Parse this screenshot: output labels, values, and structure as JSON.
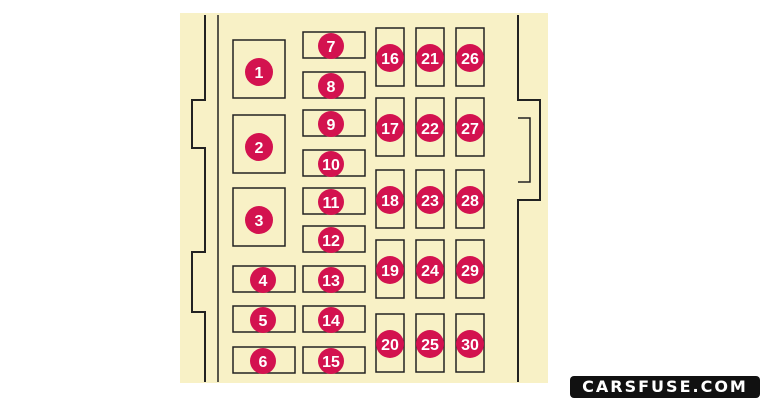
{
  "fuse_box": {
    "panel_color": "#f8f1c6",
    "outline_color": "#222222",
    "badge_color": "#d3124f",
    "badge_text_color": "#ffffff",
    "fuses": [
      {
        "label": "1"
      },
      {
        "label": "2"
      },
      {
        "label": "3"
      },
      {
        "label": "4"
      },
      {
        "label": "5"
      },
      {
        "label": "6"
      },
      {
        "label": "7"
      },
      {
        "label": "8"
      },
      {
        "label": "9"
      },
      {
        "label": "10"
      },
      {
        "label": "11"
      },
      {
        "label": "12"
      },
      {
        "label": "13"
      },
      {
        "label": "14"
      },
      {
        "label": "15"
      },
      {
        "label": "16"
      },
      {
        "label": "17"
      },
      {
        "label": "18"
      },
      {
        "label": "19"
      },
      {
        "label": "20"
      },
      {
        "label": "21"
      },
      {
        "label": "22"
      },
      {
        "label": "23"
      },
      {
        "label": "24"
      },
      {
        "label": "25"
      },
      {
        "label": "26"
      },
      {
        "label": "27"
      },
      {
        "label": "28"
      },
      {
        "label": "29"
      },
      {
        "label": "30"
      }
    ]
  },
  "watermark": {
    "text": "CARSFUSE.COM"
  }
}
